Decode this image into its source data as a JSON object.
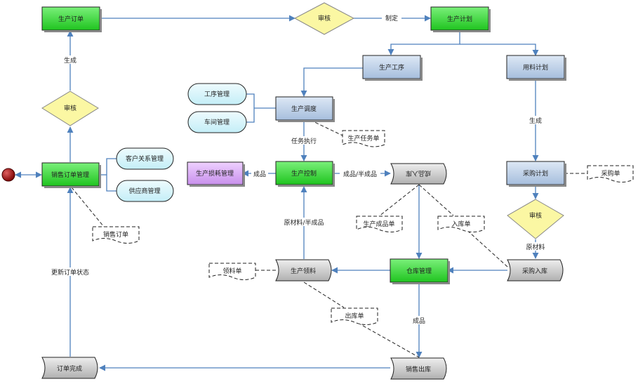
{
  "nodes": {
    "production_order": "生产订单",
    "review_top": "审核",
    "production_plan": "生产计划",
    "process_node": "生产工序",
    "material_plan": "用料计划",
    "process_mgmt": "工序管理",
    "workshop_mgmt": "车间管理",
    "production_dispatch": "生产调度",
    "production_task_doc": "生产任务单",
    "review_left": "审核",
    "sales_order_mgmt": "销售订单管理",
    "customer_mgmt": "客户关系管理",
    "supplier_mgmt": "供应商管理",
    "loss_mgmt": "生产损耗管理",
    "production_control": "生产控制",
    "finished_goods": "成品入库",
    "purchase_plan": "采购计划",
    "purchase_doc": "采购单",
    "review_right": "审核",
    "sales_order_doc": "销售订单",
    "finished_doc": "生产成品单",
    "inbound_doc": "入库单",
    "picking_doc": "领料单",
    "production_picking": "生产领料",
    "warehouse_mgmt": "仓库管理",
    "purchase_inbound": "采购入库",
    "outbound_doc": "出库单",
    "order_complete": "订单完成",
    "sales_outbound": "销售出库"
  },
  "edge_labels": {
    "make": "制定",
    "generate_top": "生成",
    "generate_right": "生成",
    "task_exec": "任务执行",
    "product": "成品",
    "product_semi": "成品/半成品",
    "raw_semi": "原材料/半成品",
    "raw_material": "原材料",
    "finished": "成品",
    "update_status": "更新订单状态"
  },
  "colors": {
    "green": "#33dd33",
    "blue": "#b8cce4",
    "yellow": "#fbf7a3",
    "cyan": "#d6f4fa",
    "purple": "#d8a8f0",
    "gray": "#c8c8c8",
    "edge": "#4f81bd"
  }
}
